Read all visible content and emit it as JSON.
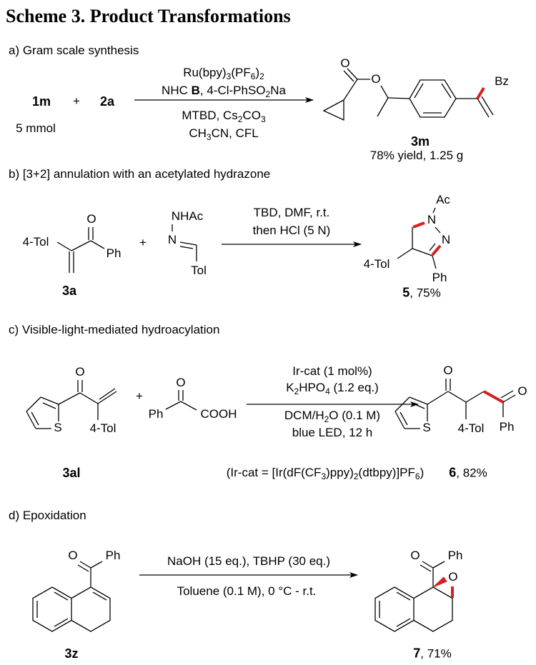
{
  "title": "Scheme 3. Product Transformations",
  "a": {
    "label": "a) Gram scale synthesis",
    "reactant1": "1m",
    "plus": "+",
    "reactant2": "2a",
    "scale": "5 mmol",
    "cond_above": [
      "Ru(bpy)3(PF6)2"
    ],
    "nhc_prefix": "NHC ",
    "nhc_bold": "B",
    "nhc_suffix": ", 4-Cl-PhSO2Na",
    "cond_below": [
      "MTBD, Cs2CO3",
      "CH3CN, CFL"
    ],
    "product_atoms": {
      "o1": "O",
      "o2": "O",
      "bz": "Bz"
    },
    "product": "3m",
    "result": "78% yield, 1.25 g"
  },
  "b": {
    "label": "b) [3+2] annulation with an acetylated hydrazone",
    "r1_atoms": {
      "tol": "4-Tol",
      "o": "O",
      "ph": "Ph"
    },
    "r1": "3a",
    "plus": "+",
    "r2_atoms": {
      "nhac": "NHAc",
      "n": "N",
      "tol": "Tol"
    },
    "cond_above": [
      "TBD, DMF, r.t.",
      "then HCl (5 N)"
    ],
    "p_atoms": {
      "ac": "Ac",
      "n1": "N",
      "n2": "N",
      "tol": "4-Tol",
      "ph": "Ph"
    },
    "product": "5",
    "yield": ", 75%"
  },
  "c": {
    "label": "c) Visible-light-mediated hydroacylation",
    "r1_atoms": {
      "o": "O",
      "s": "S",
      "tol": "4-Tol"
    },
    "r1": "3al",
    "plus": "+",
    "r2_atoms": {
      "ph": "Ph",
      "o": "O",
      "cooh": "COOH"
    },
    "cond_above": [
      "Ir-cat (1 mol%)",
      "K2HPO4 (1.2 eq.)"
    ],
    "cond_below": [
      "DCM/H2O (0.1 M)",
      "blue LED, 12 h"
    ],
    "catalyst_note": "(Ir-cat = [Ir(dF(CF3)ppy)2(dtbpy)]PF6)",
    "p_atoms": {
      "o1": "O",
      "s": "S",
      "tol": "4-Tol",
      "o2": "O",
      "ph": "Ph"
    },
    "product": "6",
    "yield": ", 82%"
  },
  "d": {
    "label": "d) Epoxidation",
    "r_atoms": {
      "o": "O",
      "ph": "Ph"
    },
    "reactant": "3z",
    "cond_above": "NaOH (15 eq.), TBHP (30 eq.)",
    "cond_below": "Toluene (0.1 M), 0 °C - r.t.",
    "p_atoms": {
      "o1": "O",
      "ph": "Ph",
      "o2": "O"
    },
    "product": "7",
    "yield": ", 71%"
  },
  "colors": {
    "bond": "#000000",
    "highlight": "#d42020"
  }
}
